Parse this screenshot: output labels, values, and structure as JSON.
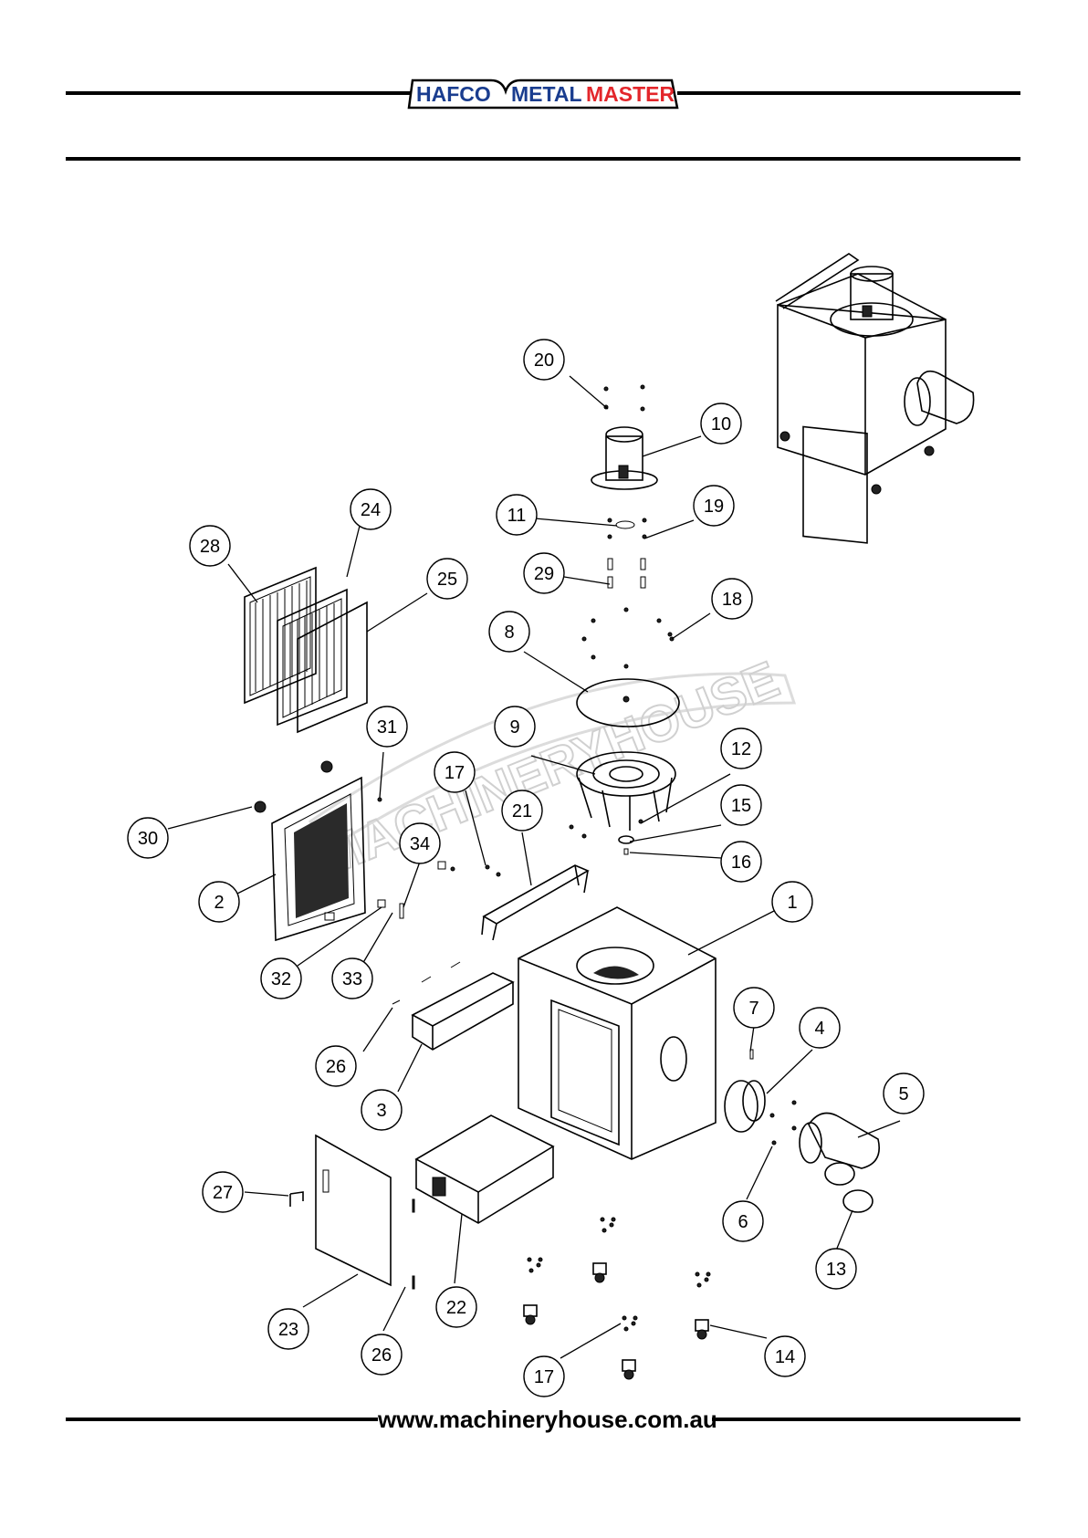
{
  "header": {
    "logo_left": "HAFCO",
    "logo_right_a": "METAL",
    "logo_right_b": "MASTER",
    "brand_colors": {
      "blue": "#1a3d8f",
      "red": "#e3262b"
    }
  },
  "watermark": "MACHINERYHOUSE",
  "footer": {
    "url": "www.machineryhouse.com.au"
  },
  "callouts": [
    {
      "label": "20"
    },
    {
      "label": "10"
    },
    {
      "label": "11"
    },
    {
      "label": "19"
    },
    {
      "label": "29"
    },
    {
      "label": "18"
    },
    {
      "label": "8"
    },
    {
      "label": "9"
    },
    {
      "label": "12"
    },
    {
      "label": "15"
    },
    {
      "label": "16"
    },
    {
      "label": "28"
    },
    {
      "label": "24"
    },
    {
      "label": "25"
    },
    {
      "label": "31"
    },
    {
      "label": "17"
    },
    {
      "label": "21"
    },
    {
      "label": "30"
    },
    {
      "label": "34"
    },
    {
      "label": "2"
    },
    {
      "label": "1"
    },
    {
      "label": "32"
    },
    {
      "label": "33"
    },
    {
      "label": "26"
    },
    {
      "label": "3"
    },
    {
      "label": "7"
    },
    {
      "label": "4"
    },
    {
      "label": "5"
    },
    {
      "label": "6"
    },
    {
      "label": "27"
    },
    {
      "label": "22"
    },
    {
      "label": "13"
    },
    {
      "label": "23"
    },
    {
      "label": "26"
    },
    {
      "label": "14"
    },
    {
      "label": "17"
    }
  ]
}
